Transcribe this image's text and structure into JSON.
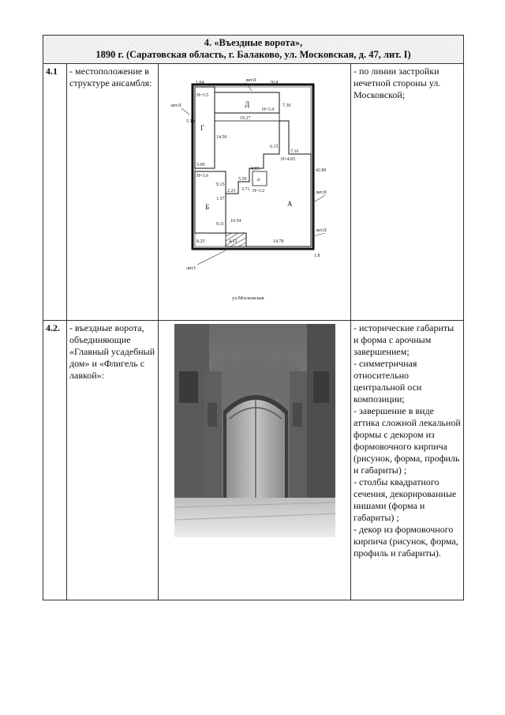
{
  "header": {
    "line1": "4. «Въездные ворота»,",
    "line2": "1890 г. (Саратовская область, г. Балаково, ул. Московская, д. 47, лит. I)"
  },
  "rows": [
    {
      "number": "4.1",
      "label": "- местоположение в структуре ансамбля:",
      "description": "- по линии застройки нечетной стороны ул. Московской;"
    },
    {
      "number": "4.2.",
      "label": "- въездные ворота, объединяющие «Главный усадебный дом» и «Флигель с лавкой»:",
      "description": [
        "- исторические габариты и форма с арочным завершением;",
        "- симметричная относительно центральной оси композиции;",
        "- завершение в виде аттика сложной лекальной формы с декором из формовочного кирпича (рисунок, форма, профиль и габариты) ;",
        "- столбы квадратного сечения, декорированные нишами (форма и габариты) ;",
        "- декор из формовочного кирпича (рисунок, форма, профиль и габариты)."
      ]
    }
  ],
  "plan": {
    "street_label": "ул.Московская",
    "letters": {
      "a": "А",
      "b": "Б",
      "g": "Г",
      "d": "Д",
      "small_a": "а"
    },
    "lit_labels": {
      "top": "лит.II",
      "left": "лит.II",
      "right_mid": "лит.II",
      "right_low": "лит.II",
      "bottom": "лит.I"
    },
    "heights": {
      "h1": "Н=3.5",
      "h2": "Н=3.4",
      "h3": "Н=3.6",
      "h4": "Н=4.05",
      "h5": "Н=3.2"
    },
    "dims": {
      "d1": "1.04",
      "d2": "20.8",
      "d3": "7.30",
      "d4": "19.27",
      "d5": "14.50",
      "d6": "5.00",
      "d7": "7.16",
      "d8": "6.15",
      "d9": "4.05",
      "d10": "5.50",
      "d11": "3.71",
      "d12": "2.23",
      "d13": "9.15",
      "d14": "1.57",
      "d15": "9.11",
      "d16": "10.54",
      "d17": "8.25",
      "d18": "4.12",
      "d19": "14.78",
      "d20": "1.8",
      "d21": "5.19",
      "d22": "42.80"
    }
  }
}
